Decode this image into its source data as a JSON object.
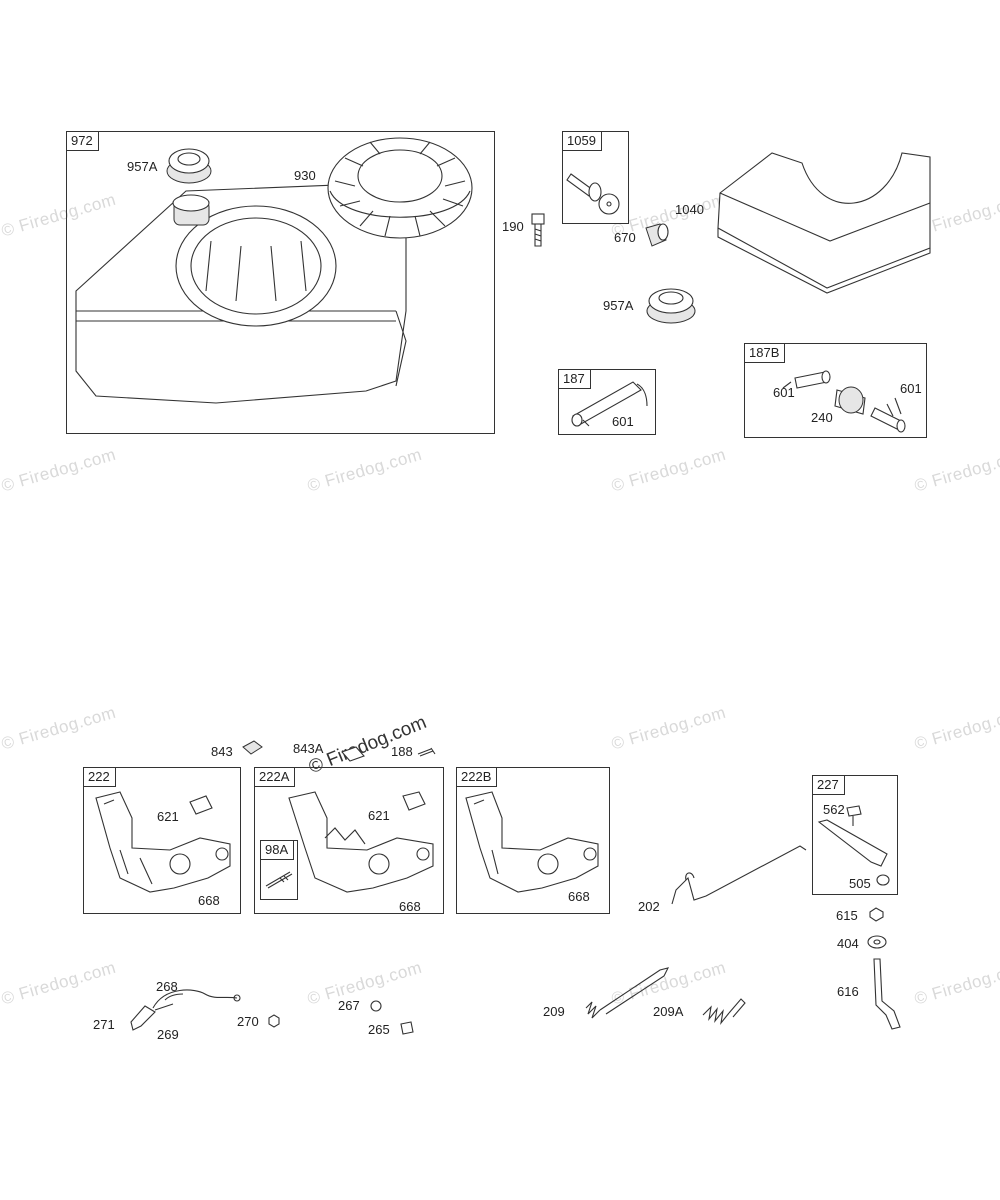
{
  "watermark": {
    "brand": "© Firedog.com",
    "repeat_text": "© Firedog.com"
  },
  "boxes": {
    "b972": "972",
    "b1059": "1059",
    "b187": "187",
    "b187B": "187B",
    "b222": "222",
    "b222A": "222A",
    "b98A": "98A",
    "b222B": "222B",
    "b227": "227"
  },
  "labels": {
    "l957A_a": "957A",
    "l930": "930",
    "l190": "190",
    "l670": "670",
    "l1040": "1040",
    "l957A_b": "957A",
    "l601_a": "601",
    "l601_b": "601",
    "l240": "240",
    "l601_c": "601",
    "l843": "843",
    "l843A": "843A",
    "l188": "188",
    "l621_a": "621",
    "l668_a": "668",
    "l621_b": "621",
    "l668_b": "668",
    "l668_c": "668",
    "l562": "562",
    "l505": "505",
    "l202": "202",
    "l615": "615",
    "l404": "404",
    "l616": "616",
    "l268": "268",
    "l271": "271",
    "l269": "269",
    "l270": "270",
    "l267": "267",
    "l265": "265",
    "l209": "209",
    "l209A": "209A"
  }
}
